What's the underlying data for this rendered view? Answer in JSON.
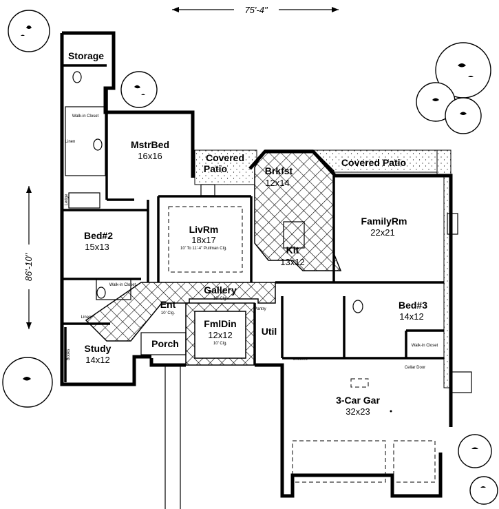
{
  "dimensions": {
    "width_label": "75'-4\"",
    "depth_label": "86'-10\""
  },
  "rooms": {
    "storage": {
      "name": "Storage"
    },
    "mstr_bed": {
      "name": "MstrBed",
      "size": "16x16"
    },
    "covered_patio_left": {
      "line1": "Covered",
      "line2": "Patio"
    },
    "covered_patio_right": {
      "name": "Covered Patio"
    },
    "brkfst": {
      "name": "Brkfst",
      "size": "12x14"
    },
    "family_rm": {
      "name": "FamilyRm",
      "size": "22x21"
    },
    "liv_rm": {
      "name": "LivRm",
      "size": "18x17",
      "note": "10' To 11'-4\" Pullman Clg."
    },
    "kit": {
      "name": "Kit",
      "size": "13x12"
    },
    "bed2": {
      "name": "Bed#2",
      "size": "15x13"
    },
    "gallery": {
      "name": "Gallery",
      "note": "10' Clg."
    },
    "ent": {
      "name": "Ent",
      "note": "10' Clg."
    },
    "fml_din": {
      "name": "FmlDin",
      "size": "12x12",
      "note": "10' Clg."
    },
    "util": {
      "name": "Util"
    },
    "bed3": {
      "name": "Bed#3",
      "size": "14x12"
    },
    "study": {
      "name": "Study",
      "size": "14x12"
    },
    "porch": {
      "name": "Porch"
    },
    "garage": {
      "name": "3-Car Gar",
      "size": "32x23"
    }
  },
  "small_labels": {
    "walk_in_closet_master": "Walk-in Closet",
    "linen_master": "Linen",
    "ledge": "Ledge",
    "walk_in_closet_bed2": "Walk-in Closet",
    "linen_hall": "Linen",
    "books": "Books",
    "pantry": "Pantry",
    "walk_in_closet_bed3": "Walk-in Closet",
    "cellar_door": "Cellar Door",
    "shelves": "Shelves"
  }
}
